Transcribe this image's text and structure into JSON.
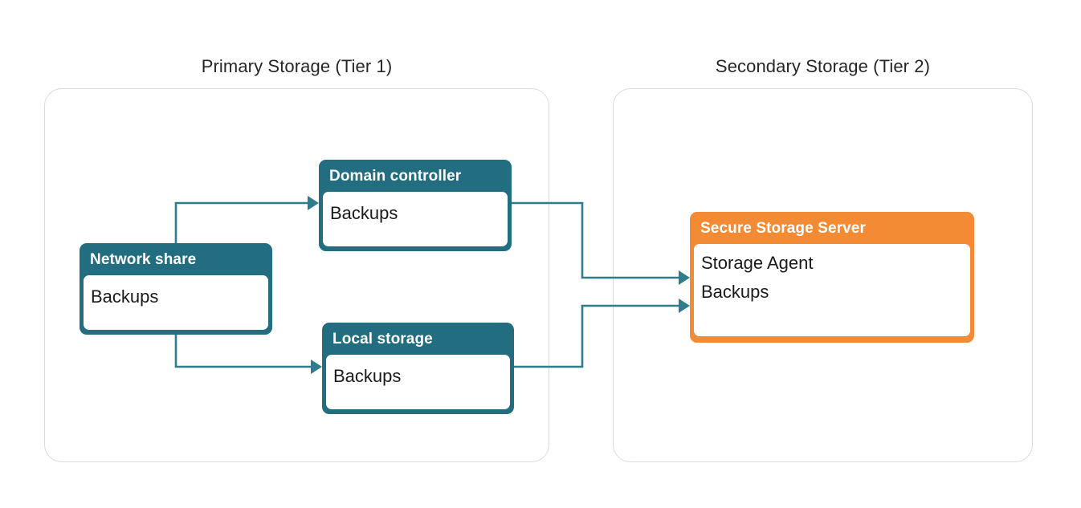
{
  "diagram": {
    "title_primary": "Primary Storage (Tier 1)",
    "title_secondary": "Secondary Storage (Tier 2)",
    "colors": {
      "teal": "#226E80",
      "orange": "#F28B33",
      "connector": "#2E7C8C",
      "container_border": "#DCDCDC",
      "card_body": "#FFFFFF",
      "text_dark": "#1A1A1A",
      "header_text": "#FFFFFF"
    }
  },
  "groups": [
    {
      "id": "primary",
      "label": "Primary Storage (Tier 1)"
    },
    {
      "id": "secondary",
      "label": "Secondary Storage (Tier 2)"
    }
  ],
  "nodes": {
    "network_share": {
      "header": "Network share",
      "lines": [
        "Backups"
      ],
      "accent": "teal",
      "group": "primary"
    },
    "domain_controller": {
      "header": "Domain controller",
      "lines": [
        "Backups"
      ],
      "accent": "teal",
      "group": "primary"
    },
    "local_storage": {
      "header": "Local storage",
      "lines": [
        "Backups"
      ],
      "accent": "teal",
      "group": "primary"
    },
    "secure_storage_server": {
      "header": "Secure Storage Server",
      "lines": [
        "Storage Agent",
        "Backups"
      ],
      "accent": "orange",
      "group": "secondary"
    }
  },
  "connections": [
    {
      "from": "network_share",
      "to": "domain_controller"
    },
    {
      "from": "network_share",
      "to": "local_storage"
    },
    {
      "from": "domain_controller",
      "to": "secure_storage_server"
    },
    {
      "from": "local_storage",
      "to": "secure_storage_server"
    }
  ]
}
